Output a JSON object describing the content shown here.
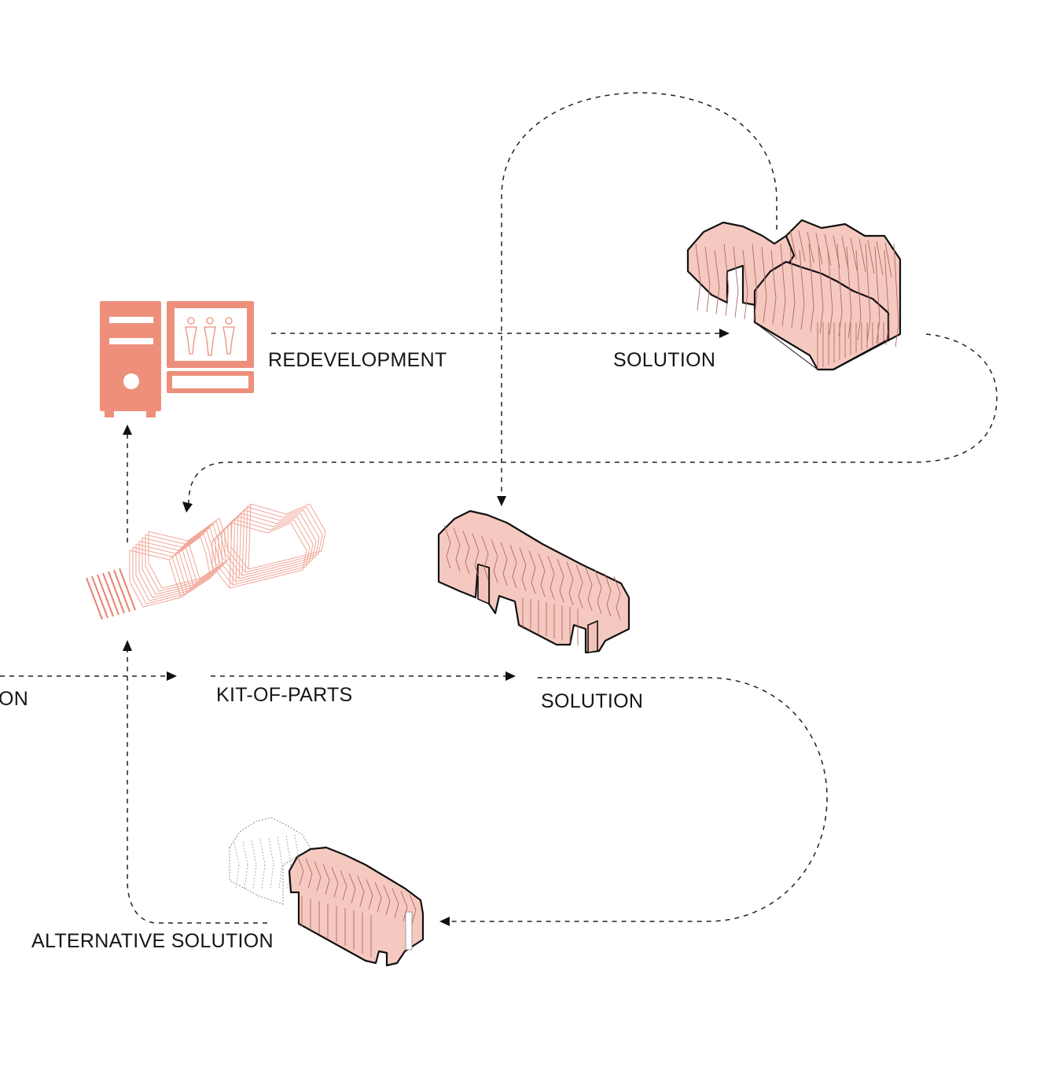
{
  "labels": {
    "left_cut": "ON",
    "redevelopment": "REDEVELOPMENT",
    "solution_top": "SOLUTION",
    "kit_of_parts": "KIT-OF-PARTS",
    "solution_middle": "SOLUTION",
    "alternative_solution": "ALTERNATIVE SOLUTION"
  },
  "icons": {
    "computer": "computer-with-people-icon",
    "kit": "kit-of-parts-panels-icon",
    "building_top": "folded-building-large",
    "building_middle": "folded-building-medium",
    "building_bottom": "folded-building-small"
  },
  "colors": {
    "accent": "#ee8f7b",
    "building_fill": "#f5c9c0",
    "line": "#222222"
  }
}
